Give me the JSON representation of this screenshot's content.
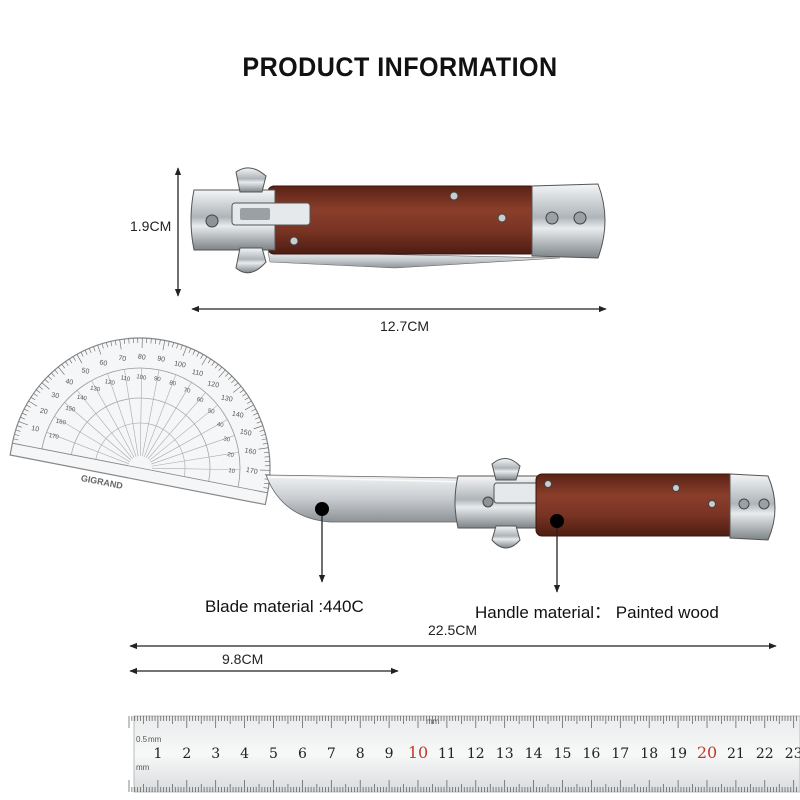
{
  "title": "PRODUCT INFORMATION",
  "dimensions": {
    "closed_height": "1.9CM",
    "closed_length": "12.7CM",
    "overall_length": "22.5CM",
    "blade_length": "9.8CM"
  },
  "materials": {
    "blade": "Blade material :440C",
    "handle": "Handle material： Painted wood"
  },
  "ruler": {
    "unit_small": "0.5",
    "unit_mm": "mm",
    "numbers": [
      "1",
      "2",
      "3",
      "4",
      "5",
      "6",
      "7",
      "8",
      "9",
      "10",
      "11",
      "12",
      "13",
      "14",
      "15",
      "16",
      "17",
      "18",
      "19",
      "20",
      "21",
      "22",
      "23"
    ],
    "highlight": [
      "10",
      "20"
    ]
  },
  "protractor": {
    "brand": "GIGRAND",
    "outer_labels": [
      "10",
      "20",
      "30",
      "40",
      "50",
      "60",
      "70",
      "80",
      "90",
      "100",
      "110",
      "120",
      "130",
      "140",
      "150",
      "160",
      "170"
    ],
    "inner_labels": [
      "170",
      "160",
      "150",
      "140",
      "130",
      "120",
      "110",
      "100",
      "90",
      "80",
      "70",
      "60",
      "50",
      "40",
      "30",
      "20",
      "10"
    ]
  },
  "colors": {
    "wood": "#7a3424",
    "wood_dark": "#4e1d12",
    "steel": "#cfd3d6",
    "steel_dark": "#7d8387",
    "ruler_red": "#c0392b"
  }
}
